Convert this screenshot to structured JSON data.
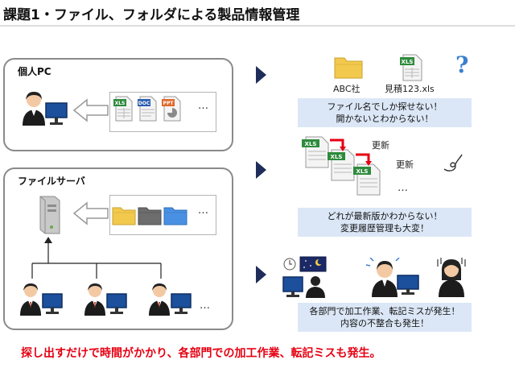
{
  "title": "課題1・ファイル、フォルダによる製品情報管理",
  "panels": {
    "pc": {
      "label": "個人PC"
    },
    "server": {
      "label": "ファイルサーバ"
    }
  },
  "ellipsis": "…",
  "doc_icons": [
    {
      "tag": "XLS",
      "color": "#2e8b3c",
      "icon": "excel-file-icon"
    },
    {
      "tag": "DOC",
      "color": "#2a5db0",
      "icon": "word-file-icon"
    },
    {
      "tag": "PPT",
      "color": "#e0682b",
      "icon": "powerpoint-file-icon"
    }
  ],
  "folder_colors": [
    "#f2c94c",
    "#6d6d6d",
    "#4a90e2"
  ],
  "rows": [
    {
      "items": [
        {
          "caption": "ABC社",
          "icon": "yellow-folder-icon"
        },
        {
          "caption": "見積123.xls",
          "icon": "excel-file-icon"
        }
      ],
      "question_mark": "?",
      "callout": [
        "ファイル名でしか探せない！",
        "開かないとわからない！"
      ]
    },
    {
      "updates": [
        "更新",
        "更新"
      ],
      "xls_tag": "XLS",
      "callout": [
        "どれが最新版かわからない！",
        "変更履歴管理も大変！"
      ]
    },
    {
      "callout": [
        "各部門で加工作業、転記ミスが発生！",
        "内容の不整合も発生！"
      ]
    }
  ],
  "bottom_note": "探し出すだけで時間がかかり、各部門での加工作業、転記ミスも発生。",
  "colors": {
    "arrow_navy": "#1f2d5a",
    "callout_bg": "#dbe7f6",
    "alert_red": "#e60012",
    "accent_blue": "#3b7fd0"
  }
}
